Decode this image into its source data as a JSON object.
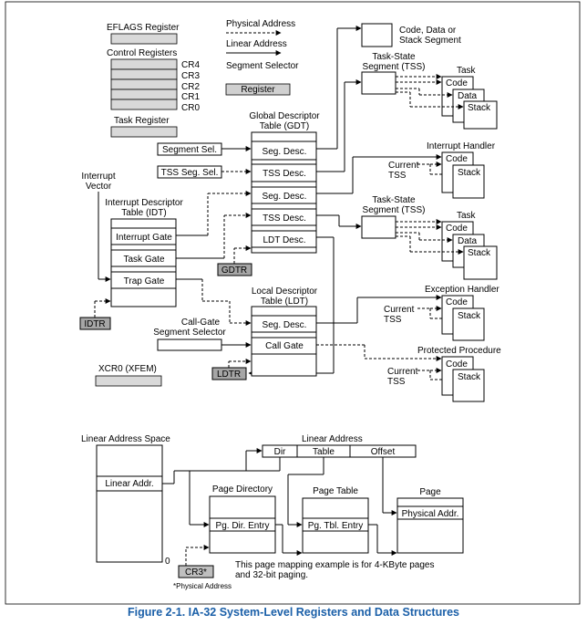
{
  "legend": {
    "physical_address": "Physical Address",
    "linear_address": "Linear Address",
    "segment_selector": "Segment Selector",
    "register": "Register"
  },
  "registers": {
    "eflags": "EFLAGS Register",
    "control": "Control Registers",
    "cr4": "CR4",
    "cr3": "CR3",
    "cr2": "CR2",
    "cr1": "CR1",
    "cr0": "CR0",
    "task": "Task Register",
    "xcr0": "XCR0 (XFEM)"
  },
  "code_data_stack": [
    "Code, Data or",
    "Stack Segment"
  ],
  "tss1": {
    "title": [
      "Task-State",
      "Segment (TSS)"
    ],
    "task": "Task",
    "code": "Code",
    "data": "Data",
    "stack": "Stack"
  },
  "tss2": {
    "title": [
      "Task-State",
      "Segment (TSS)"
    ],
    "task": "Task",
    "code": "Code",
    "data": "Data",
    "stack": "Stack"
  },
  "interrupt_handler": {
    "title": "Interrupt Handler",
    "current_tss": [
      "Current",
      "TSS"
    ],
    "code": "Code",
    "stack": "Stack"
  },
  "exception_handler": {
    "title": "Exception Handler",
    "current_tss": [
      "Current",
      "TSS"
    ],
    "code": "Code",
    "stack": "Stack"
  },
  "protected_procedure": {
    "title": "Protected Procedure",
    "current_tss": [
      "Current",
      "TSS"
    ],
    "code": "Code",
    "stack": "Stack"
  },
  "gdt": {
    "title": [
      "Global Descriptor",
      "Table (GDT)"
    ],
    "entries": [
      "Seg. Desc.",
      "TSS Desc.",
      "Seg. Desc.",
      "TSS Desc.",
      "LDT Desc."
    ],
    "reg": "GDTR"
  },
  "selectors": {
    "seg_sel": "Segment Sel.",
    "tss_seg_sel": "TSS Seg. Sel."
  },
  "idt": {
    "interrupt_vector": [
      "Interrupt",
      "Vector"
    ],
    "title": [
      "Interrupt Descriptor",
      "Table (IDT)"
    ],
    "entries": [
      "Interrupt Gate",
      "Task Gate",
      "Trap Gate"
    ],
    "reg": "IDTR"
  },
  "ldt": {
    "title": [
      "Local Descriptor",
      "Table (LDT)"
    ],
    "entries": [
      "Seg. Desc.",
      "Call Gate"
    ],
    "reg": "LDTR"
  },
  "call_gate_selector": [
    "Call-Gate",
    "Segment Selector"
  ],
  "paging": {
    "linear_address_space": "Linear Address Space",
    "linear_addr": "Linear Addr.",
    "zero": "0",
    "linear_address": "Linear Address",
    "fields": [
      "Dir",
      "Table",
      "Offset"
    ],
    "page_directory": "Page Directory",
    "pg_dir_entry": "Pg. Dir. Entry",
    "page_table": "Page Table",
    "pg_tbl_entry": "Pg. Tbl. Entry",
    "page": "Page",
    "physical_addr": "Physical Addr.",
    "cr3": "CR3*",
    "note": [
      "This page mapping example is for 4-KByte pages",
      "and 32-bit paging."
    ],
    "footnote": "*Physical Address"
  },
  "caption": "Figure 2-1.  IA-32 System-Level Registers and Data Structures"
}
